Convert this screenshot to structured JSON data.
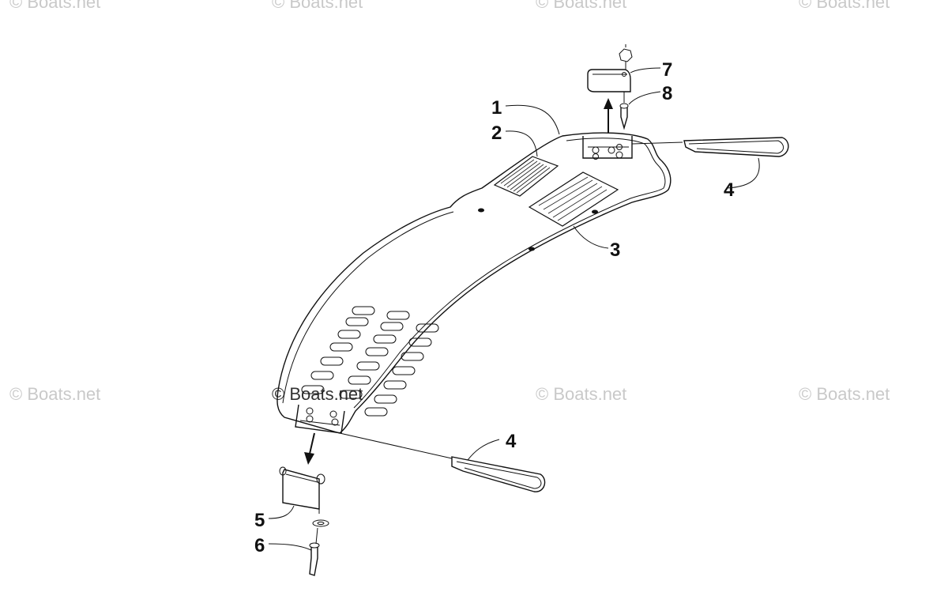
{
  "watermarks": [
    "© Boats.net",
    "© Boats.net",
    "© Boats.net",
    "© Boats.net",
    "© Boats.net",
    "© Boats.net",
    "© Boats.net",
    "© Boats.net"
  ],
  "callouts": {
    "c1": "1",
    "c2": "2",
    "c3": "3",
    "c4a": "4",
    "c4b": "4",
    "c5": "5",
    "c6": "6",
    "c7": "7",
    "c8": "8"
  },
  "icons": {
    "arrow_up": "arrow-up-icon",
    "arrow_down": "arrow-down-icon"
  },
  "colors": {
    "line": "#111111",
    "watermark": "#c9c9c9",
    "background": "#ffffff"
  }
}
